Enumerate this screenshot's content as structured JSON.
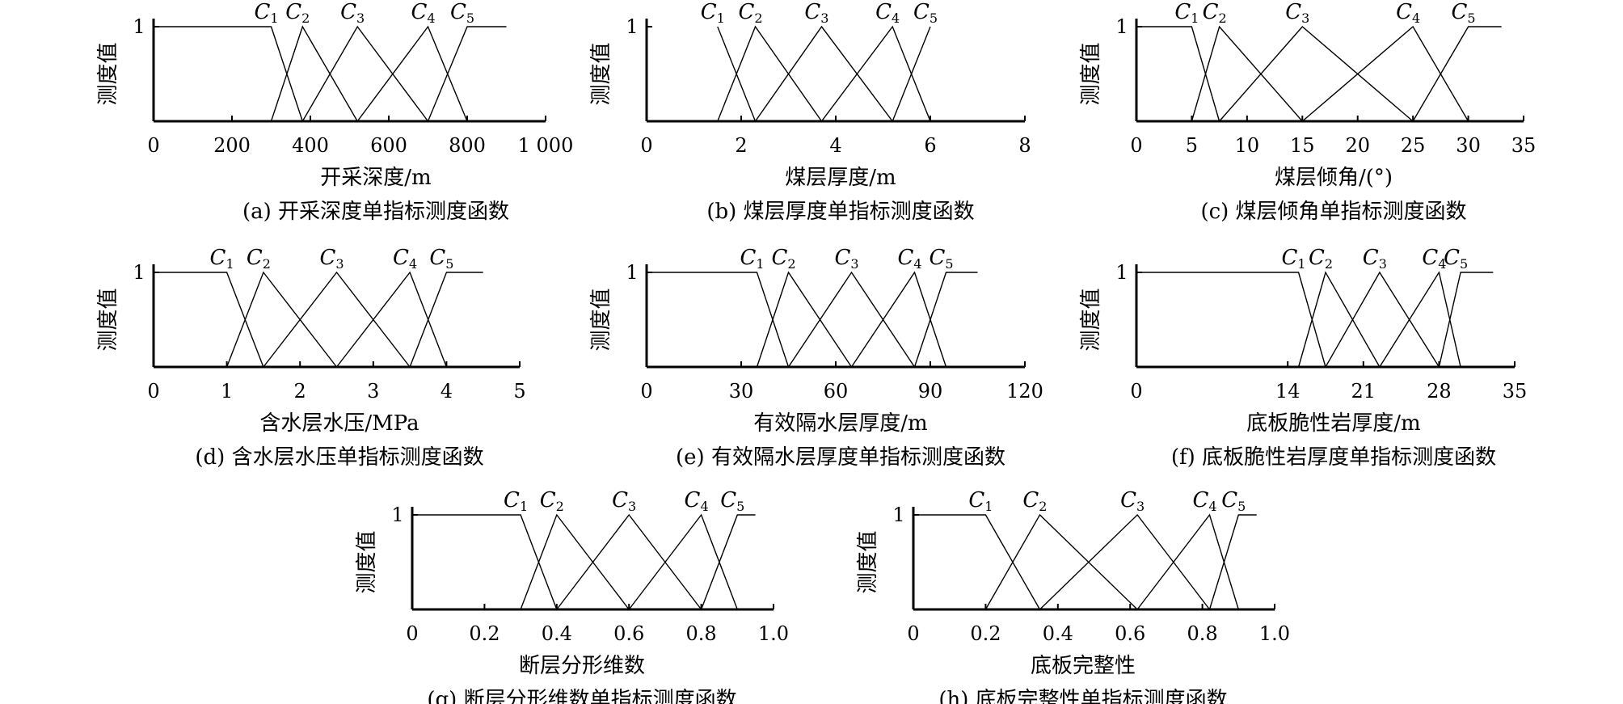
{
  "figure": {
    "panels": [
      {
        "id": "a",
        "caption": "(a) 开采深度单指标测度函数",
        "chart_data": {
          "type": "line",
          "xlabel": "开采深度/m",
          "ylabel": "测度值",
          "xlim": [
            0,
            1000
          ],
          "ylim": [
            0,
            1
          ],
          "x_ticks": [
            0,
            200,
            400,
            600,
            800,
            1000
          ],
          "x_tick_labels": [
            "0",
            "200",
            "400",
            "600",
            "800",
            "1 000"
          ],
          "y_tick_label": "1",
          "series": [
            {
              "name": "C1",
              "x": [
                0,
                300,
                380
              ],
              "y": [
                1,
                1,
                0
              ]
            },
            {
              "name": "C2",
              "x": [
                300,
                380,
                520
              ],
              "y": [
                0,
                1,
                0
              ]
            },
            {
              "name": "C3",
              "x": [
                380,
                520,
                700
              ],
              "y": [
                0,
                1,
                0
              ]
            },
            {
              "name": "C4",
              "x": [
                520,
                700,
                800
              ],
              "y": [
                0,
                1,
                0
              ]
            },
            {
              "name": "C5",
              "x": [
                700,
                800,
                900
              ],
              "y": [
                0,
                1,
                1
              ]
            }
          ]
        }
      },
      {
        "id": "b",
        "caption": "(b) 煤层厚度单指标测度函数",
        "chart_data": {
          "type": "line",
          "xlabel": "煤层厚度/m",
          "ylabel": "测度值",
          "xlim": [
            0,
            8
          ],
          "ylim": [
            0,
            1
          ],
          "x_ticks": [
            0,
            2,
            4,
            6,
            8
          ],
          "x_tick_labels": [
            "0",
            "2",
            "4",
            "6",
            "8"
          ],
          "y_tick_label": "1",
          "series": [
            {
              "name": "C1",
              "x": [
                1.5,
                2.3
              ],
              "y": [
                1,
                0
              ]
            },
            {
              "name": "C2",
              "x": [
                1.5,
                2.3,
                3.7
              ],
              "y": [
                0,
                1,
                0
              ]
            },
            {
              "name": "C3",
              "x": [
                2.3,
                3.7,
                5.2
              ],
              "y": [
                0,
                1,
                0
              ]
            },
            {
              "name": "C4",
              "x": [
                3.7,
                5.2,
                6
              ],
              "y": [
                0,
                1,
                0
              ]
            },
            {
              "name": "C5",
              "x": [
                5.2,
                6
              ],
              "y": [
                0,
                1
              ]
            }
          ]
        }
      },
      {
        "id": "c",
        "caption": "(c) 煤层倾角单指标测度函数",
        "chart_data": {
          "type": "line",
          "xlabel": "煤层倾角/(°)",
          "ylabel": "测度值",
          "xlim": [
            0,
            35
          ],
          "ylim": [
            0,
            1
          ],
          "x_ticks": [
            0,
            5,
            10,
            15,
            20,
            25,
            30,
            35
          ],
          "x_tick_labels": [
            "0",
            "5",
            "10",
            "15",
            "20",
            "25",
            "30",
            "35"
          ],
          "y_tick_label": "1",
          "series": [
            {
              "name": "C1",
              "x": [
                0,
                5,
                7.5
              ],
              "y": [
                1,
                1,
                0
              ]
            },
            {
              "name": "C2",
              "x": [
                5,
                7.5,
                15
              ],
              "y": [
                0,
                1,
                0
              ]
            },
            {
              "name": "C3",
              "x": [
                7.5,
                15,
                25
              ],
              "y": [
                0,
                1,
                0
              ]
            },
            {
              "name": "C4",
              "x": [
                15,
                25,
                30
              ],
              "y": [
                0,
                1,
                0
              ]
            },
            {
              "name": "C5",
              "x": [
                25,
                30,
                33
              ],
              "y": [
                0,
                1,
                1
              ]
            }
          ]
        }
      },
      {
        "id": "d",
        "caption": "(d) 含水层水压单指标测度函数",
        "chart_data": {
          "type": "line",
          "xlabel": "含水层水压/MPa",
          "ylabel": "测度值",
          "xlim": [
            0,
            5
          ],
          "ylim": [
            0,
            1
          ],
          "x_ticks": [
            0,
            1,
            2,
            3,
            4,
            5
          ],
          "x_tick_labels": [
            "0",
            "1",
            "2",
            "3",
            "4",
            "5"
          ],
          "y_tick_label": "1",
          "series": [
            {
              "name": "C1",
              "x": [
                0,
                1,
                1.5
              ],
              "y": [
                1,
                1,
                0
              ]
            },
            {
              "name": "C2",
              "x": [
                1,
                1.5,
                2.5
              ],
              "y": [
                0,
                1,
                0
              ]
            },
            {
              "name": "C3",
              "x": [
                1.5,
                2.5,
                3.5
              ],
              "y": [
                0,
                1,
                0
              ]
            },
            {
              "name": "C4",
              "x": [
                2.5,
                3.5,
                4
              ],
              "y": [
                0,
                1,
                0
              ]
            },
            {
              "name": "C5",
              "x": [
                3.5,
                4,
                4.5
              ],
              "y": [
                0,
                1,
                1
              ]
            }
          ]
        }
      },
      {
        "id": "e",
        "caption": "(e) 有效隔水层厚度单指标测度函数",
        "chart_data": {
          "type": "line",
          "xlabel": "有效隔水层厚度/m",
          "ylabel": "测度值",
          "xlim": [
            0,
            120
          ],
          "ylim": [
            0,
            1
          ],
          "x_ticks": [
            0,
            30,
            60,
            90,
            120
          ],
          "x_tick_labels": [
            "0",
            "30",
            "60",
            "90",
            "120"
          ],
          "y_tick_label": "1",
          "series": [
            {
              "name": "C1",
              "x": [
                0,
                35,
                45
              ],
              "y": [
                1,
                1,
                0
              ]
            },
            {
              "name": "C2",
              "x": [
                35,
                45,
                65
              ],
              "y": [
                0,
                1,
                0
              ]
            },
            {
              "name": "C3",
              "x": [
                45,
                65,
                85
              ],
              "y": [
                0,
                1,
                0
              ]
            },
            {
              "name": "C4",
              "x": [
                65,
                85,
                95
              ],
              "y": [
                0,
                1,
                0
              ]
            },
            {
              "name": "C5",
              "x": [
                85,
                95,
                105
              ],
              "y": [
                0,
                1,
                1
              ]
            }
          ]
        }
      },
      {
        "id": "f",
        "caption": "(f) 底板脆性岩厚度单指标测度函数",
        "chart_data": {
          "type": "line",
          "xlabel": "底板脆性岩厚度/m",
          "ylabel": "测度值",
          "xlim": [
            0,
            35
          ],
          "ylim": [
            0,
            1
          ],
          "x_ticks": [
            0,
            14,
            21,
            28,
            35
          ],
          "x_tick_labels": [
            "0",
            "14",
            "21",
            "28",
            "35"
          ],
          "y_tick_label": "1",
          "series": [
            {
              "name": "C1",
              "x": [
                0,
                15,
                17.5
              ],
              "y": [
                1,
                1,
                0
              ]
            },
            {
              "name": "C2",
              "x": [
                15,
                17.5,
                22.5
              ],
              "y": [
                0,
                1,
                0
              ]
            },
            {
              "name": "C3",
              "x": [
                17.5,
                22.5,
                28
              ],
              "y": [
                0,
                1,
                0
              ]
            },
            {
              "name": "C4",
              "x": [
                22.5,
                28,
                30
              ],
              "y": [
                0,
                1,
                0
              ]
            },
            {
              "name": "C5",
              "x": [
                28,
                30,
                33
              ],
              "y": [
                0,
                1,
                1
              ]
            }
          ]
        }
      },
      {
        "id": "g",
        "caption": "(g) 断层分形维数单指标测度函数",
        "chart_data": {
          "type": "line",
          "xlabel": "断层分形维数",
          "ylabel": "测度值",
          "xlim": [
            0,
            1.0
          ],
          "ylim": [
            0,
            1
          ],
          "x_ticks": [
            0,
            0.2,
            0.4,
            0.6,
            0.8,
            1.0
          ],
          "x_tick_labels": [
            "0",
            "0.2",
            "0.4",
            "0.6",
            "0.8",
            "1.0"
          ],
          "y_tick_label": "1",
          "series": [
            {
              "name": "C1",
              "x": [
                0,
                0.3,
                0.4
              ],
              "y": [
                1,
                1,
                0
              ]
            },
            {
              "name": "C2",
              "x": [
                0.3,
                0.4,
                0.6
              ],
              "y": [
                0,
                1,
                0
              ]
            },
            {
              "name": "C3",
              "x": [
                0.4,
                0.6,
                0.8
              ],
              "y": [
                0,
                1,
                0
              ]
            },
            {
              "name": "C4",
              "x": [
                0.6,
                0.8,
                0.9
              ],
              "y": [
                0,
                1,
                0
              ]
            },
            {
              "name": "C5",
              "x": [
                0.8,
                0.9,
                0.95
              ],
              "y": [
                0,
                1,
                1
              ]
            }
          ]
        }
      },
      {
        "id": "h",
        "caption": "(h) 底板完整性单指标测度函数",
        "chart_data": {
          "type": "line",
          "xlabel": "底板完整性",
          "ylabel": "测度值",
          "xlim": [
            0,
            1.0
          ],
          "ylim": [
            0,
            1
          ],
          "x_ticks": [
            0,
            0.2,
            0.4,
            0.6,
            0.8,
            1.0
          ],
          "x_tick_labels": [
            "0",
            "0.2",
            "0.4",
            "0.6",
            "0.8",
            "1.0"
          ],
          "y_tick_label": "1",
          "series": [
            {
              "name": "C1",
              "x": [
                0,
                0.2,
                0.35
              ],
              "y": [
                1,
                1,
                0
              ]
            },
            {
              "name": "C2",
              "x": [
                0.2,
                0.35,
                0.62
              ],
              "y": [
                0,
                1,
                0
              ]
            },
            {
              "name": "C3",
              "x": [
                0.35,
                0.62,
                0.82
              ],
              "y": [
                0,
                1,
                0
              ]
            },
            {
              "name": "C4",
              "x": [
                0.62,
                0.82,
                0.9
              ],
              "y": [
                0,
                1,
                0
              ]
            },
            {
              "name": "C5",
              "x": [
                0.82,
                0.9,
                0.95
              ],
              "y": [
                0,
                1,
                1
              ]
            }
          ]
        }
      }
    ]
  }
}
